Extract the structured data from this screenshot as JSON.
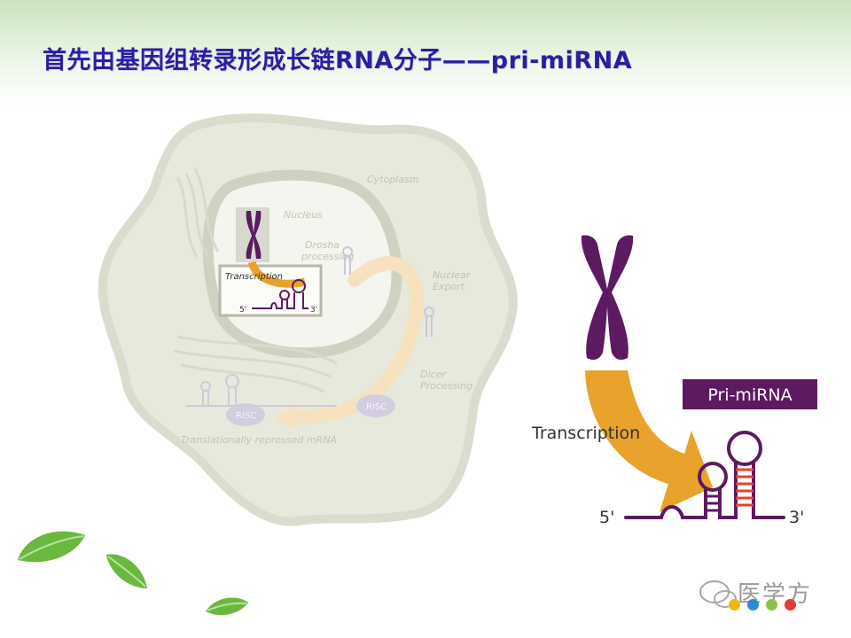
{
  "title": "首先由基因组转录形成长链RNA分子——pri-miRNA",
  "cell_diagram": {
    "cytoplasm": "Cytoplasm",
    "nucleus": "Nucleus",
    "drosha": "Drosha processing",
    "drosha_lines": [
      "Drosha",
      "processing"
    ],
    "transcription": "Transcription",
    "nuclear_export_lines": [
      "Nuclear",
      "Export"
    ],
    "dicer_lines": [
      "Dicer",
      "Processing"
    ],
    "risc_left": "RISC",
    "risc_right": "RISC",
    "repressed": "Translationally repressed mRNA",
    "five_prime": "5'",
    "three_prime": "3'"
  },
  "zoom_diagram": {
    "label": "Pri-miRNA",
    "transcription": "Transcription",
    "five_prime": "5'",
    "three_prime": "3'"
  },
  "watermark": {
    "text": "医学方"
  },
  "colors": {
    "title": "#2b1f9e",
    "purple": "#5c1a61",
    "orange": "#e9a22b",
    "red_pairs": "#e8412a",
    "cell_fill": "#e7e9dd",
    "dot_colors": [
      "#f2b50f",
      "#2e8bd6",
      "#8bc34a",
      "#e53935"
    ]
  }
}
